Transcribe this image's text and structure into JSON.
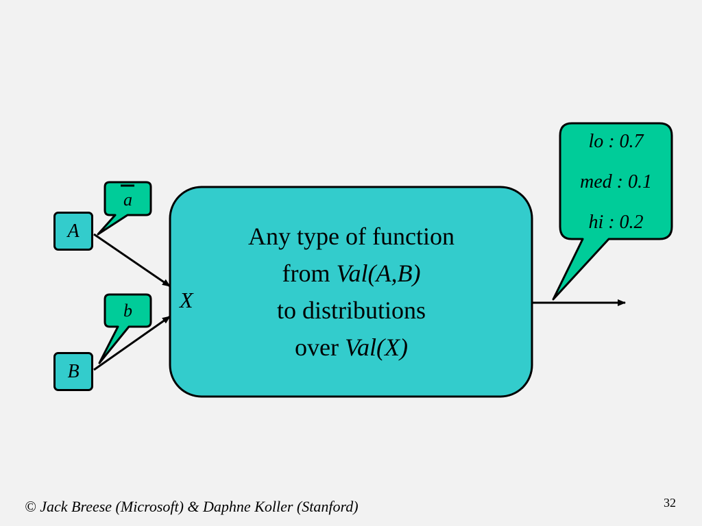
{
  "colors": {
    "background": "#f2f2f2",
    "node_fill": "#33cccc",
    "bubble_fill": "#00cc99",
    "stroke": "#000000"
  },
  "nodes": {
    "a": "A",
    "b": "B",
    "x": "X"
  },
  "bubbles": {
    "a_value": "a",
    "b_value": "b",
    "distribution": [
      "lo : 0.7",
      "med : 0.1",
      "hi : 0.2"
    ]
  },
  "function_box": {
    "line1": "Any type of function",
    "line2_prefix": "from ",
    "line2_italic": "Val(A,B)",
    "line3": "to distributions",
    "line4_prefix": "over ",
    "line4_italic": "Val(X)"
  },
  "footer": {
    "credit": "© Jack Breese (Microsoft) & Daphne Koller (Stanford)",
    "page_number": "32"
  }
}
